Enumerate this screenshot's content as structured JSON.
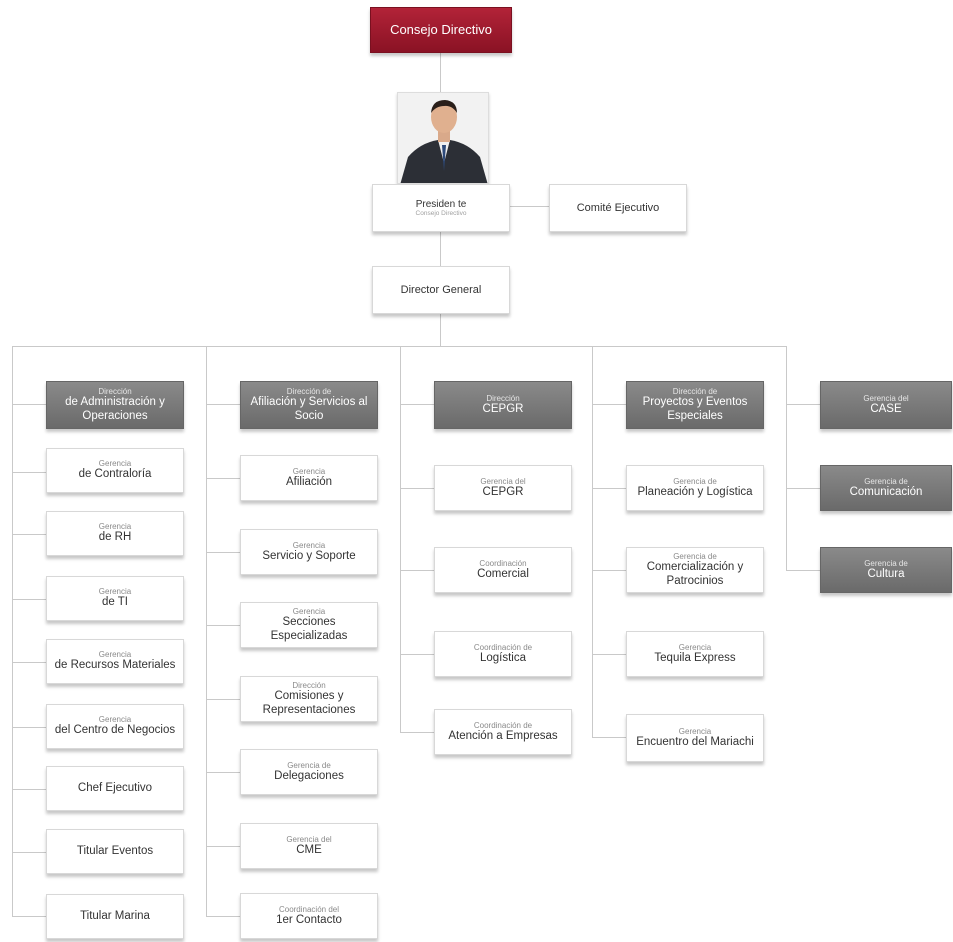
{
  "consejo": {
    "label": "Consejo Directivo"
  },
  "presidente": {
    "title": "Presiden te",
    "subtitle": "Consejo Directivo"
  },
  "comite": {
    "label": "Comité Ejecutivo"
  },
  "director": {
    "label": "Director General"
  },
  "columns": [
    {
      "head": {
        "top": "Dirección",
        "bottom": "de Administración y Operaciones"
      },
      "items": [
        {
          "top": "Gerencia",
          "bottom": "de Contraloría"
        },
        {
          "top": "Gerencia",
          "bottom": "de RH"
        },
        {
          "top": "Gerencia",
          "bottom": "de TI"
        },
        {
          "top": "Gerencia",
          "bottom": "de Recursos Materiales"
        },
        {
          "top": "Gerencia",
          "bottom": "del Centro de Negocios"
        },
        {
          "top": "",
          "bottom": "Chef Ejecutivo"
        },
        {
          "top": "",
          "bottom": "Titular Eventos"
        },
        {
          "top": "",
          "bottom": "Titular Marina"
        }
      ]
    },
    {
      "head": {
        "top": "Dirección de",
        "bottom": "Afiliación y Servicios al Socio"
      },
      "items": [
        {
          "top": "Gerencia",
          "bottom": "Afiliación"
        },
        {
          "top": "Gerencia",
          "bottom": "Servicio y Soporte"
        },
        {
          "top": "Gerencia",
          "bottom": "Secciones Especializadas"
        },
        {
          "top": "Dirección",
          "bottom": "Comisiones y Representaciones"
        },
        {
          "top": "Gerencia de",
          "bottom": "Delegaciones"
        },
        {
          "top": "Gerencia del",
          "bottom": "CME"
        },
        {
          "top": "Coordinación del",
          "bottom": "1er Contacto"
        }
      ]
    },
    {
      "head": {
        "top": "Dirección",
        "bottom": "CEPGR"
      },
      "items": [
        {
          "top": "Gerencia del",
          "bottom": "CEPGR"
        },
        {
          "top": "Coordinación",
          "bottom": "Comercial"
        },
        {
          "top": "Coordinación de",
          "bottom": "Logística"
        },
        {
          "top": "Coordinación de",
          "bottom": "Atención a Empresas"
        }
      ]
    },
    {
      "head": {
        "top": "Dirección de",
        "bottom": "Proyectos y Eventos Especiales"
      },
      "items": [
        {
          "top": "Gerencia de",
          "bottom": "Planeación y Logística"
        },
        {
          "top": "Gerencia de",
          "bottom": "Comercialización y Patrocinios"
        },
        {
          "top": "Gerencia",
          "bottom": "Tequila Express"
        },
        {
          "top": "Gerencia",
          "bottom": "Encuentro del Mariachi"
        }
      ]
    },
    {
      "head": {
        "top": "Gerencia del",
        "bottom": "CASE"
      },
      "items": [
        {
          "top": "Gerencia de",
          "bottom": "Comunicación"
        },
        {
          "top": "Gerencia de",
          "bottom": "Cultura"
        }
      ]
    }
  ]
}
